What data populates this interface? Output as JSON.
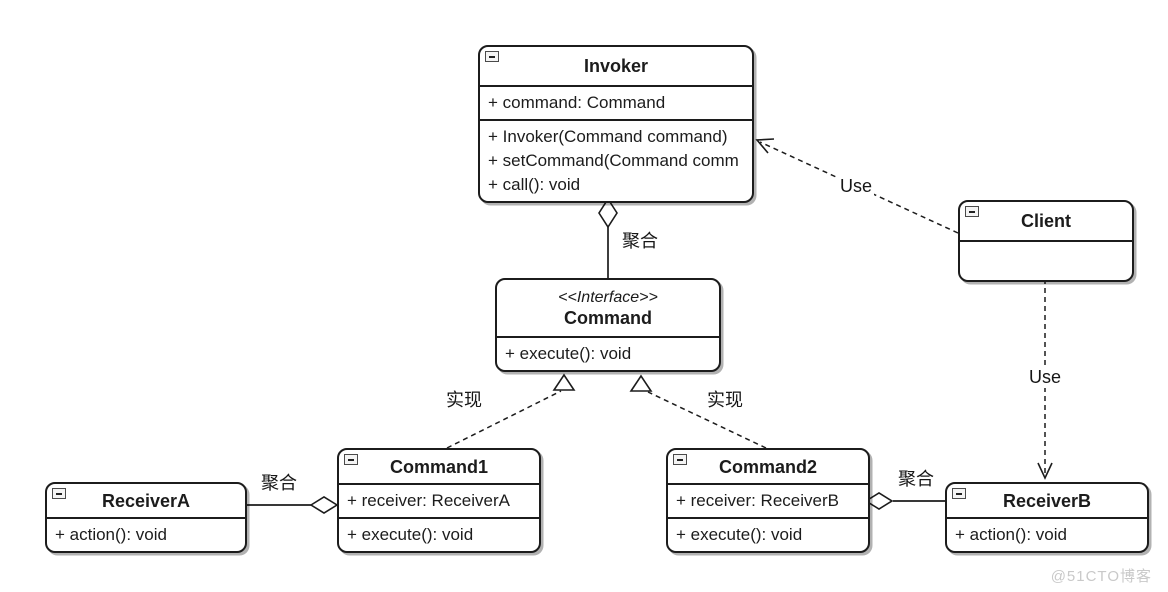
{
  "watermark": "@51CTO博客",
  "classes": {
    "invoker": {
      "name": "Invoker",
      "attributes": [
        "+ command: Command"
      ],
      "methods": [
        "+ Invoker(Command command)",
        "+ setCommand(Command comm",
        "+ call(): void"
      ]
    },
    "client": {
      "name": "Client"
    },
    "command": {
      "stereotype": "<<Interface>>",
      "name": "Command",
      "methods": [
        "+ execute(): void"
      ]
    },
    "command1": {
      "name": "Command1",
      "attributes": [
        "+ receiver: ReceiverA"
      ],
      "methods": [
        "+ execute(): void"
      ]
    },
    "command2": {
      "name": "Command2",
      "attributes": [
        "+ receiver: ReceiverB"
      ],
      "methods": [
        "+ execute(): void"
      ]
    },
    "receiverA": {
      "name": "ReceiverA",
      "methods": [
        "+ action(): void"
      ]
    },
    "receiverB": {
      "name": "ReceiverB",
      "methods": [
        "+ action(): void"
      ]
    }
  },
  "edges": {
    "invoker_command": {
      "type": "aggregation",
      "label": "聚合"
    },
    "client_invoker": {
      "type": "dependency",
      "label": "Use"
    },
    "command1_command": {
      "type": "realization",
      "label": "实现"
    },
    "command2_command": {
      "type": "realization",
      "label": "实现"
    },
    "client_receiverB": {
      "type": "dependency",
      "label": "Use"
    },
    "receiverA_command1": {
      "type": "aggregation",
      "label": "聚合"
    },
    "command2_receiverB": {
      "type": "aggregation",
      "label": "聚合"
    }
  }
}
